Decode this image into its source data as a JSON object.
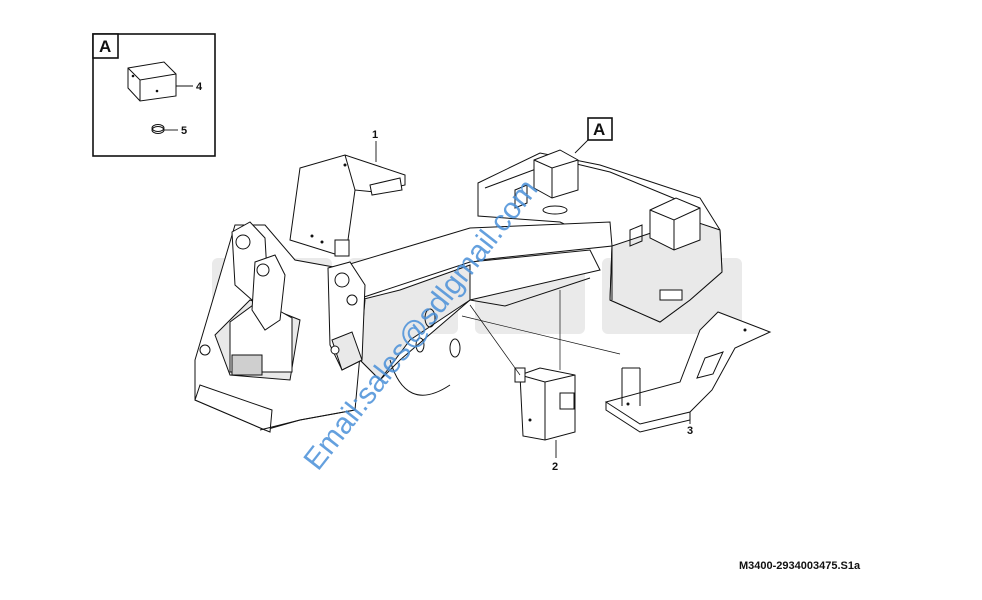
{
  "detail_box": {
    "label": "A"
  },
  "detail_ref_label": "A",
  "callouts": [
    "1",
    "2",
    "3",
    "4",
    "5"
  ],
  "drawing_code": "M3400-2934003475.S1a",
  "watermark": {
    "text": "Email:sales@sdlgmail.com",
    "color": "#4a90d9"
  },
  "colors": {
    "line": "#111111",
    "watermark_logo": "#d9d9d9"
  }
}
